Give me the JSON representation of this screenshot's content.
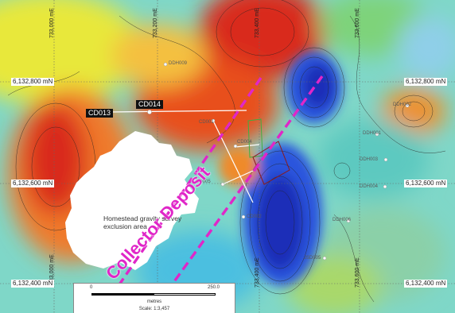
{
  "grid": {
    "eastings": [
      "733,000 mE",
      "733,200 mE",
      "733,400 mE",
      "733,600 mE"
    ],
    "northings": [
      "6,132,800 mN",
      "6,132,600 mN",
      "6,132,400 mN"
    ]
  },
  "holes": {
    "cd013": "CD013",
    "cd014": "CD014",
    "top": "DDH009",
    "cd_a": "CD001",
    "cd_b": "CD004",
    "cd_c": "CD005",
    "cd_d": "CD002",
    "right1": "DDH002",
    "right2": "DDH001",
    "right3": "DDH003",
    "right4": "DDH004",
    "right5": "DDH006",
    "right6": "DDH007",
    "bottom": "JSD005"
  },
  "zone_label": [
    "Homestead gravity survey",
    "exclusion area"
  ],
  "deposit_label": "Collector Deposit",
  "scalebar": {
    "start": "0",
    "end": "250.0",
    "units": "metres",
    "scale": "Scale: 1:3,457"
  },
  "colors": {
    "high": "#d92a1f",
    "low": "#1a3fd6",
    "deposit_trace": "#e026c8",
    "exclusion": "#ffffff"
  }
}
